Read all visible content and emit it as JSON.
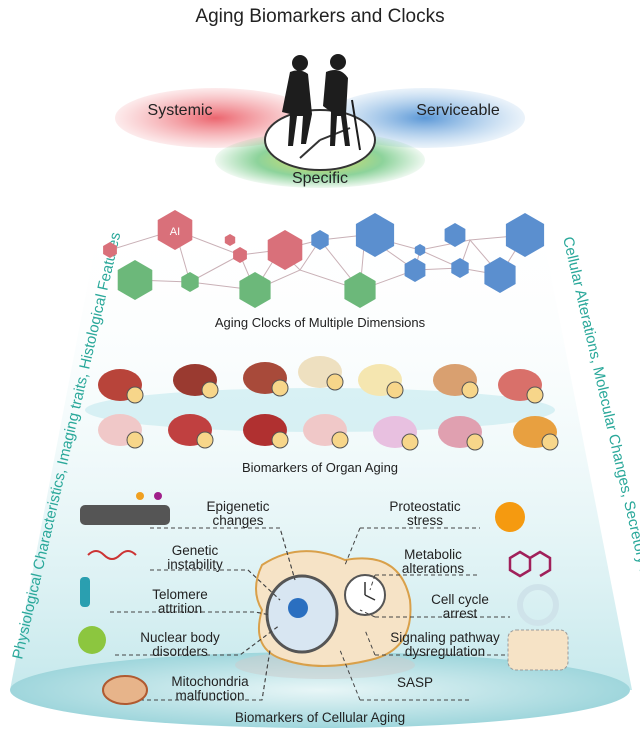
{
  "title": "Aging Biomarkers and Clocks",
  "criteria": {
    "left": "Systemic",
    "right": "Serviceable",
    "bottom": "Specific"
  },
  "side_labels": {
    "left": "Physiological Characteristics, Imaging traits, Histological Features",
    "right": "Cellular Alterations, Molecular Changes, Secretory Factors"
  },
  "tiers": {
    "clocks": "Aging Clocks of Multiple Dimensions",
    "organ": "Biomarkers of Organ Aging",
    "cellular": "Biomarkers of Cellular Aging"
  },
  "hallmarks_left": [
    {
      "l1": "Epigenetic",
      "l2": "changes"
    },
    {
      "l1": "Genetic",
      "l2": "instability"
    },
    {
      "l1": "Telomere",
      "l2": "attrition"
    },
    {
      "l1": "Nuclear body",
      "l2": "disorders"
    },
    {
      "l1": "Mitochondria",
      "l2": "malfunction"
    }
  ],
  "hallmarks_right": [
    {
      "l1": "Proteostatic",
      "l2": "stress"
    },
    {
      "l1": "Metabolic",
      "l2": "alterations"
    },
    {
      "l1": "Cell cycle",
      "l2": "arrest"
    },
    {
      "l1": "Signaling pathway",
      "l2": "dysregulation"
    },
    {
      "l1": "SASP",
      "l2": ""
    }
  ],
  "icons": {
    "clock_hex_ai": "AI"
  },
  "colors": {
    "red": "#e0454f",
    "blue": "#4a8fd0",
    "green": "#4dbb6a",
    "teal": "#2aa89a",
    "hex_red": "#d9707a",
    "hex_green": "#6cb87a",
    "hex_blue": "#5b8fcf"
  }
}
